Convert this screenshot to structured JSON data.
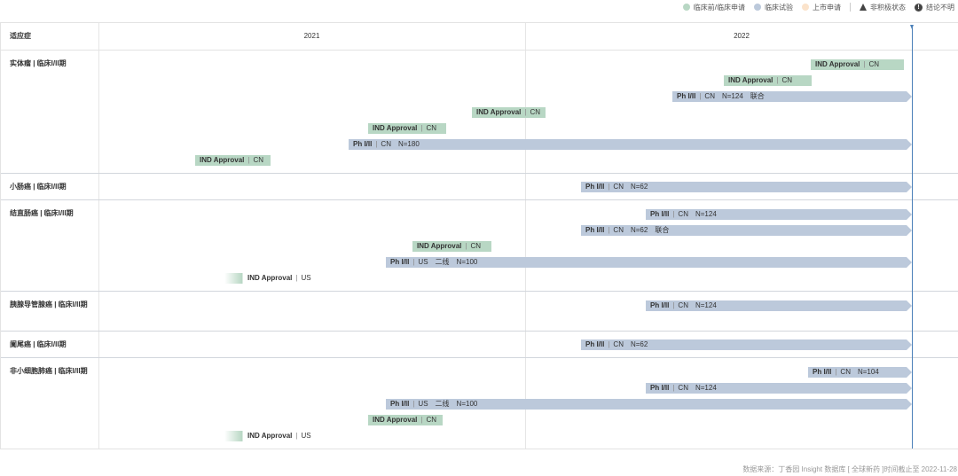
{
  "legend": [
    {
      "name": "legend-preclinical",
      "label": "临床前/临床申请",
      "kind": "dot",
      "color": "#b8d7c4"
    },
    {
      "name": "legend-clinical-trial",
      "label": "临床试验",
      "kind": "dot",
      "color": "#bcc9db"
    },
    {
      "name": "legend-market-application",
      "label": "上市申请",
      "kind": "dot",
      "color": "#fbe3cb"
    },
    {
      "name": "legend-inactive",
      "label": "非积极状态",
      "kind": "triangle"
    },
    {
      "name": "legend-unclear",
      "label": "结论不明",
      "kind": "info"
    }
  ],
  "header": {
    "indication_label": "适应症",
    "years": [
      "2021",
      "2022"
    ]
  },
  "rows": [
    {
      "indication": "实体瘤 | 临床I/II期",
      "bars": [
        {
          "type": "pre",
          "phase": "IND Approval",
          "region": "CN",
          "tags": []
        },
        {
          "type": "pre",
          "phase": "IND Approval",
          "region": "CN",
          "tags": []
        },
        {
          "type": "trial",
          "phase": "Ph I/II",
          "region": "CN",
          "tags": [
            "N=124",
            "联合"
          ]
        },
        {
          "type": "pre",
          "phase": "IND Approval",
          "region": "CN",
          "tags": []
        },
        {
          "type": "pre",
          "phase": "IND Approval",
          "region": "CN",
          "tags": []
        },
        {
          "type": "trial",
          "phase": "Ph I/II",
          "region": "CN",
          "tags": [
            "N=180"
          ]
        },
        {
          "type": "pre",
          "phase": "IND Approval",
          "region": "CN",
          "tags": []
        }
      ]
    },
    {
      "indication": "小肠癌 | 临床I/II期",
      "bars": [
        {
          "type": "trial",
          "phase": "Ph I/II",
          "region": "CN",
          "tags": [
            "N=62"
          ]
        }
      ]
    },
    {
      "indication": "结直肠癌 | 临床I/II期",
      "bars": [
        {
          "type": "trial",
          "phase": "Ph I/II",
          "region": "CN",
          "tags": [
            "N=124"
          ]
        },
        {
          "type": "trial",
          "phase": "Ph I/II",
          "region": "CN",
          "tags": [
            "N=62",
            "联合"
          ]
        },
        {
          "type": "pre",
          "phase": "IND Approval",
          "region": "CN",
          "tags": []
        },
        {
          "type": "trial",
          "phase": "Ph I/II",
          "region": "US",
          "tags": [
            "二线",
            "N=100"
          ]
        },
        {
          "type": "fade",
          "phase": "IND Approval",
          "region": "US",
          "tags": []
        }
      ]
    },
    {
      "indication": "胰腺导管腺癌 | 临床I/II期",
      "bars": [
        {
          "type": "trial",
          "phase": "Ph I/II",
          "region": "CN",
          "tags": [
            "N=124"
          ]
        }
      ]
    },
    {
      "indication": "阑尾癌 | 临床I/II期",
      "bars": [
        {
          "type": "trial",
          "phase": "Ph I/II",
          "region": "CN",
          "tags": [
            "N=62"
          ]
        }
      ]
    },
    {
      "indication": "非小细胞肺癌 | 临床I/II期",
      "bars": [
        {
          "type": "trial",
          "phase": "Ph I/II",
          "region": "CN",
          "tags": [
            "N=104"
          ]
        },
        {
          "type": "trial",
          "phase": "Ph I/II",
          "region": "CN",
          "tags": [
            "N=124"
          ]
        },
        {
          "type": "trial",
          "phase": "Ph I/II",
          "region": "US",
          "tags": [
            "二线",
            "N=100"
          ]
        },
        {
          "type": "pre",
          "phase": "IND Approval",
          "region": "CN",
          "tags": []
        },
        {
          "type": "fade",
          "phase": "IND Approval",
          "region": "US",
          "tags": []
        }
      ]
    }
  ],
  "source": "数据来源：丁香园 Insight 数据库 [ 全球新药 ]时间截止至 2022-11-28"
}
